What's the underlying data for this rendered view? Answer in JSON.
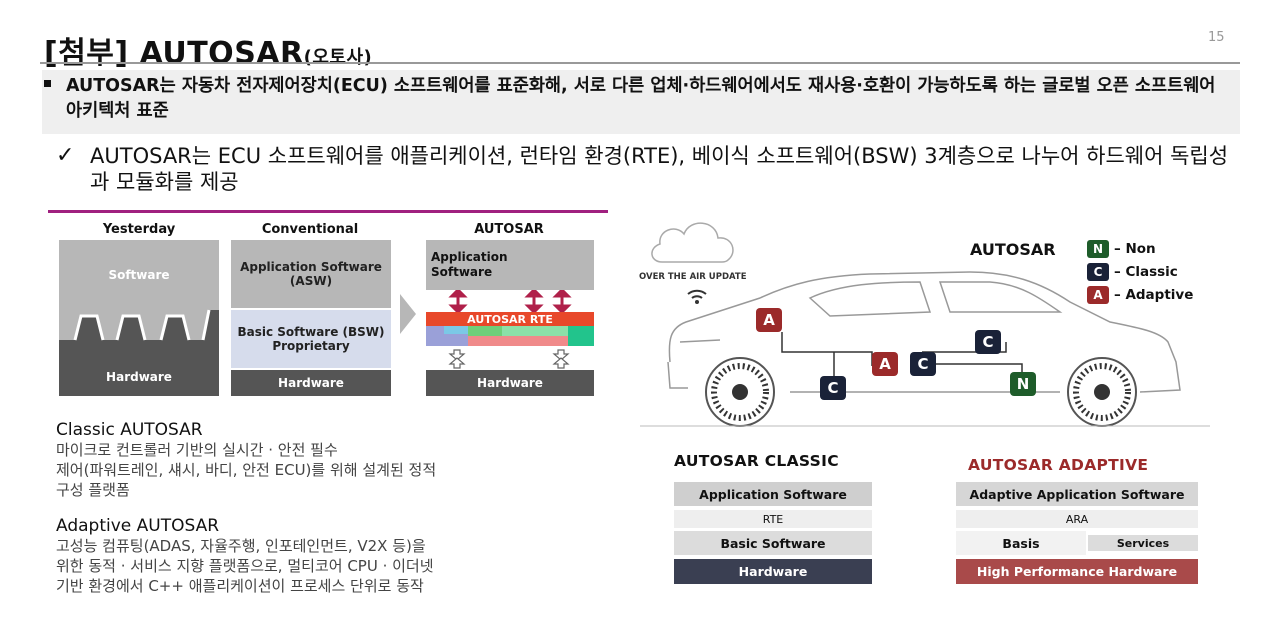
{
  "header": {
    "title": "[첨부] AUTOSAR",
    "title_sub": "(오토사)",
    "page_number": "15"
  },
  "summary": {
    "text": "AUTOSAR는 자동차 전자제어장치(ECU) 소프트웨어를 표준화해, 서로 다른 업체·하드웨어에서도 재사용·호환이 가능하도록 하는 글로벌 오픈 소프트웨어 아키텍처 표준"
  },
  "point": {
    "check": "✓",
    "text": "AUTOSAR는 ECU 소프트웨어를 애플리케이션, 런타임 환경(RTE), 베이식 소프트웨어(BSW) 3계층으로 나누어 하드웨어 독립성과 모듈화를 제공"
  },
  "evolution": {
    "yesterday": {
      "header": "Yesterday",
      "software": "Software",
      "hardware": "Hardware"
    },
    "conventional": {
      "header": "Conventional",
      "asw": "Application Software (ASW)",
      "bsw": "Basic Software (BSW) Proprietary",
      "hardware": "Hardware"
    },
    "autosar": {
      "header": "AUTOSAR",
      "app": "Application Software",
      "rte": "AUTOSAR RTE",
      "hardware": "Hardware"
    },
    "colors": {
      "software": "#b7b7b7",
      "hardware": "#555555",
      "bsw": "#d6dcec",
      "rte": "#e8482a",
      "arrow": "#b0204a"
    }
  },
  "classic": {
    "heading": "Classic AUTOSAR",
    "lines": [
      "마이크로 컨트롤러 기반의 실시간 · 안전 필수",
      "제어(파워트레인, 섀시, 바디, 안전 ECU)를 위해 설계된 정적",
      "구성 플랫폼"
    ]
  },
  "adaptive": {
    "heading": "Adaptive AUTOSAR",
    "lines": [
      "고성능 컴퓨팅(ADAS, 자율주행, 인포테인먼트, V2X 등)을",
      "위한 동적 · 서비스 지향 플랫폼으로, 멀티코어 CPU · 이더넷",
      "기반 환경에서 C++ 애플리케이션이 프로세스 단위로 동작"
    ]
  },
  "car_figure": {
    "ota_label": "OVER THE AIR UPDATE",
    "legend_title": "AUTOSAR",
    "legend": [
      {
        "letter": "N",
        "label": "– Non",
        "color": "#1e5c2a"
      },
      {
        "letter": "C",
        "label": "– Classic",
        "color": "#1a2238"
      },
      {
        "letter": "A",
        "label": "– Adaptive",
        "color": "#9b2a2a"
      }
    ],
    "badges": [
      "A",
      "A",
      "C",
      "C",
      "C",
      "N"
    ]
  },
  "classic_stack": {
    "title": "AUTOSAR CLASSIC",
    "rows": [
      "Application Software",
      "RTE",
      "Basic Software",
      "Hardware"
    ],
    "hardware_color": "#3a3f52"
  },
  "adaptive_stack": {
    "title": "AUTOSAR ADAPTIVE",
    "title_color": "#9b2a2a",
    "rows": [
      "Adaptive Application Software",
      "ARA",
      "Basis",
      "Services",
      "High Performance Hardware"
    ],
    "hardware_color": "#a94a4a"
  }
}
